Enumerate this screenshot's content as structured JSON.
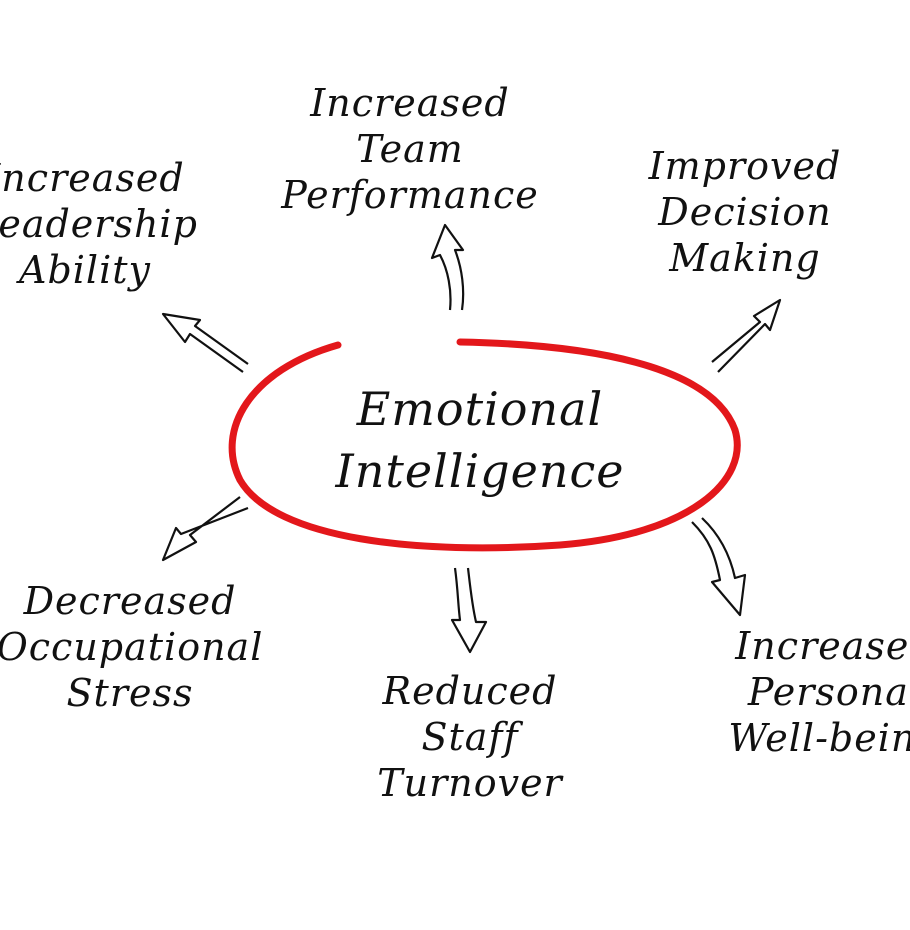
{
  "center": {
    "line1": "Emotional",
    "line2": "Intelligence"
  },
  "outcomes": [
    {
      "lines": [
        "Increased",
        "Team",
        "Performance"
      ]
    },
    {
      "lines": [
        "Improved",
        "Decision",
        "Making"
      ]
    },
    {
      "lines": [
        "Increased",
        "Leadership",
        "Ability"
      ]
    },
    {
      "lines": [
        "Decreased",
        "Occupational",
        "Stress"
      ]
    },
    {
      "lines": [
        "Reduced",
        "Staff",
        "Turnover"
      ]
    },
    {
      "lines": [
        "Increased",
        "Personal",
        "Well-being"
      ]
    }
  ],
  "colors": {
    "ellipse": "#e3171b",
    "ink": "#111111"
  }
}
